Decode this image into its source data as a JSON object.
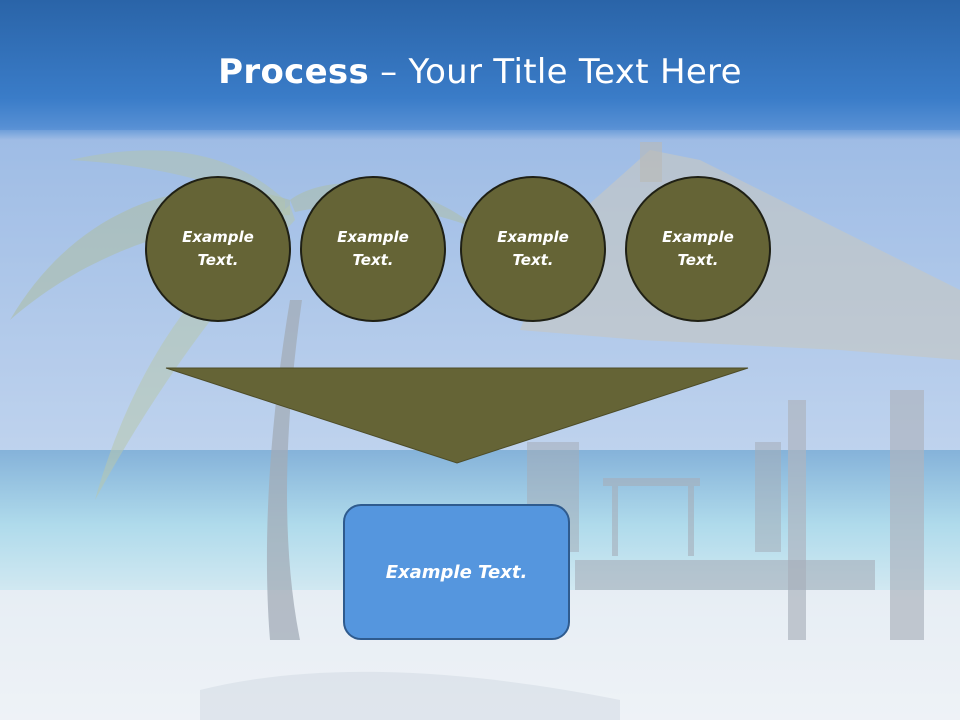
{
  "title": {
    "bold": "Process",
    "rest": " – Your Title Text Here"
  },
  "circles": [
    {
      "text": "Example Text."
    },
    {
      "text": "Example Text."
    },
    {
      "text": "Example Text."
    },
    {
      "text": "Example Text."
    }
  ],
  "result_box": {
    "text": "Example Text."
  },
  "colors": {
    "title_bar": "#2a64a8",
    "circle_fill": "#656436",
    "funnel_fill": "#656436",
    "result_fill": "#5596de"
  }
}
